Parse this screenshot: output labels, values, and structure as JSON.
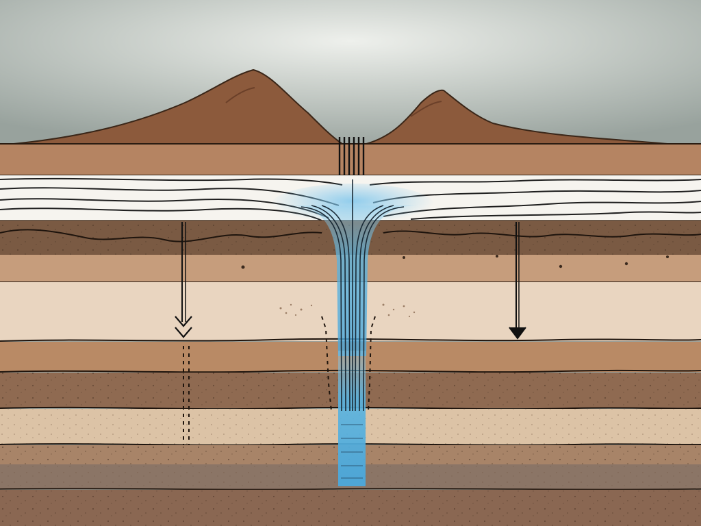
{
  "colors": {
    "sky_edge": "#9aa39e",
    "sky_glow": "#eef0ec",
    "mound": "#8c5a3c",
    "topsoil": "#b58462",
    "white_band": "#f6f4ef",
    "dark_soil": "#7a5a43",
    "tan": "#c69d7c",
    "pale_sand": "#e9d5c0",
    "light_brown": "#b98a65",
    "brown": "#8f6a51",
    "sand": "#dcc3a6",
    "mid_brown": "#a88468",
    "gray_brown": "#8b7566",
    "bottom": "#8a6752",
    "water": "#5ab4e0",
    "ink": "#222222"
  },
  "layers": [
    "topsoil",
    "white-band",
    "dark-soil",
    "tan-soil",
    "pale-sand",
    "light-brown",
    "brown",
    "sand",
    "mid-brown",
    "gray-brown",
    "bottom"
  ],
  "icons": [
    "down-arrow-icon",
    "down-arrow-icon"
  ]
}
